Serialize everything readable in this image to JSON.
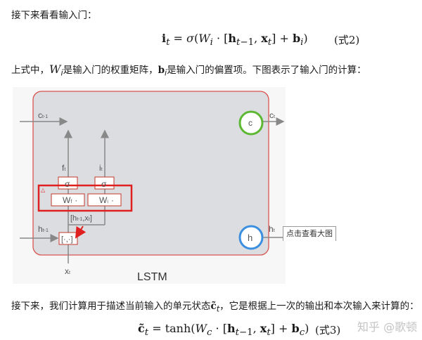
{
  "para1": "接下来看看输入门：",
  "eq2": {
    "formula": "i_t = σ(W_i · [h_{t−1}, x_t] + b_i)",
    "label": "(式2)"
  },
  "para2": {
    "a": "上式中，",
    "w": "W",
    "wsub": "i",
    "b": "是输入门的权重矩阵，",
    "bb": "b",
    "bsub": "i",
    "c": "是输入门的偏置项。下图表示了输入门的计算："
  },
  "figure": {
    "c_prev": "c",
    "c_prev_sub": "t-1",
    "c_out": "c",
    "c_out_sub": "t",
    "c_node": "c",
    "h_node": "h",
    "f": "f",
    "f_sub": "t",
    "i": "i",
    "i_sub": "t",
    "sigma": "σ",
    "wf": "W",
    "wf_sub": "f",
    "wi": "W",
    "wi_sub": "i",
    "dot": "·",
    "concat_label": "[h",
    "concat_sub": "t-1",
    "concat_rest": ",x",
    "concat_x_sub": "t",
    "concat_end": "]",
    "concat_box": "[·,·]",
    "h_prev": "h",
    "h_prev_sub": "t-1",
    "h_out": "h",
    "h_out_sub": "t",
    "x": "x",
    "x_sub": "t",
    "title": "LSTM",
    "colors": {
      "cell_border": "#d9534f",
      "c_circle": "#5cb832",
      "h_circle": "#3b8fe0",
      "highlight": "#e02020"
    }
  },
  "tooltip": "点击查看大图",
  "para3": {
    "a": "接下来，我们计算用于描述当前输入的单元状态",
    "c": "c̃",
    "csub": "t",
    "b": "，它是根据上一次的输出和本次输入来计算的："
  },
  "eq3": {
    "formula": "c̃_t = tanh(W_c · [h_{t−1}, x_t] + b_c)",
    "label": "(式3)"
  },
  "watermark": "知乎 @歌顿"
}
